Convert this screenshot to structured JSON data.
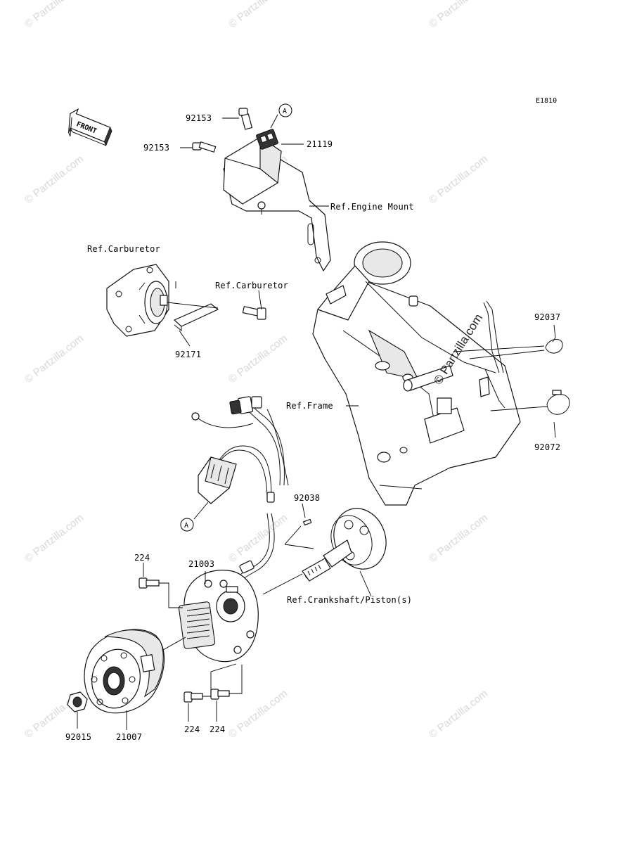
{
  "diagram_code": "E1810",
  "front_arrow_label": "FRONT",
  "watermark": {
    "small_text": "© Partzilla.com",
    "center_text": "© Partzilla.com"
  },
  "callouts": {
    "connector_a_top": "A",
    "connector_a_bottom": "A"
  },
  "parts": {
    "bolt_92153_upper": "92153",
    "bolt_92153_lower": "92153",
    "igniter_21119": "21119",
    "ref_engine_mount": "Ref.Engine Mount",
    "ref_carburetor_left": "Ref.Carburetor",
    "ref_carburetor_right": "Ref.Carburetor",
    "band_92171": "92171",
    "clamp_92037": "92037",
    "ref_frame": "Ref.Frame",
    "clamp_92072": "92072",
    "key_92038": "92038",
    "stator_21003": "21003",
    "bolt_224_left": "224",
    "ref_crankshaft": "Ref.Crankshaft/Piston(s)",
    "bolt_224_bottom_left": "224",
    "bolt_224_bottom_right": "224",
    "nut_92015": "92015",
    "flywheel_21007": "21007"
  }
}
